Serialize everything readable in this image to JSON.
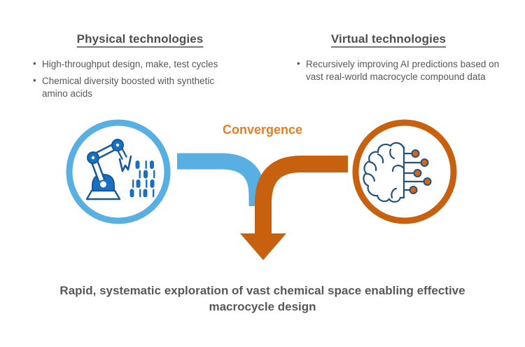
{
  "colors": {
    "blue": "#58AFE2",
    "orange": "#C7600F",
    "convergence_text": "#E87D26",
    "icon_blue_fill": "#1A6FC0",
    "icon_blue_stroke": "#1458A0",
    "icon_navy": "#24527D",
    "node_orange": "#D2661A",
    "heading_text": "#4F4F4F",
    "body_text": "#55585C"
  },
  "left_column": {
    "heading": "Physical technologies",
    "bullets": [
      "High-throughput design, make, test cycles",
      "Chemical diversity boosted with synthetic amino acids"
    ],
    "icon": "robot-arm-icon"
  },
  "right_column": {
    "heading": "Virtual technologies",
    "bullets": [
      "Recursively improving AI predictions based on vast real-world macrocycle compound data"
    ],
    "icon": "ai-brain-circuit-icon"
  },
  "convergence_label": "Convergence",
  "caption": "Rapid, systematic exploration of vast chemical space enabling effective macrocycle design"
}
